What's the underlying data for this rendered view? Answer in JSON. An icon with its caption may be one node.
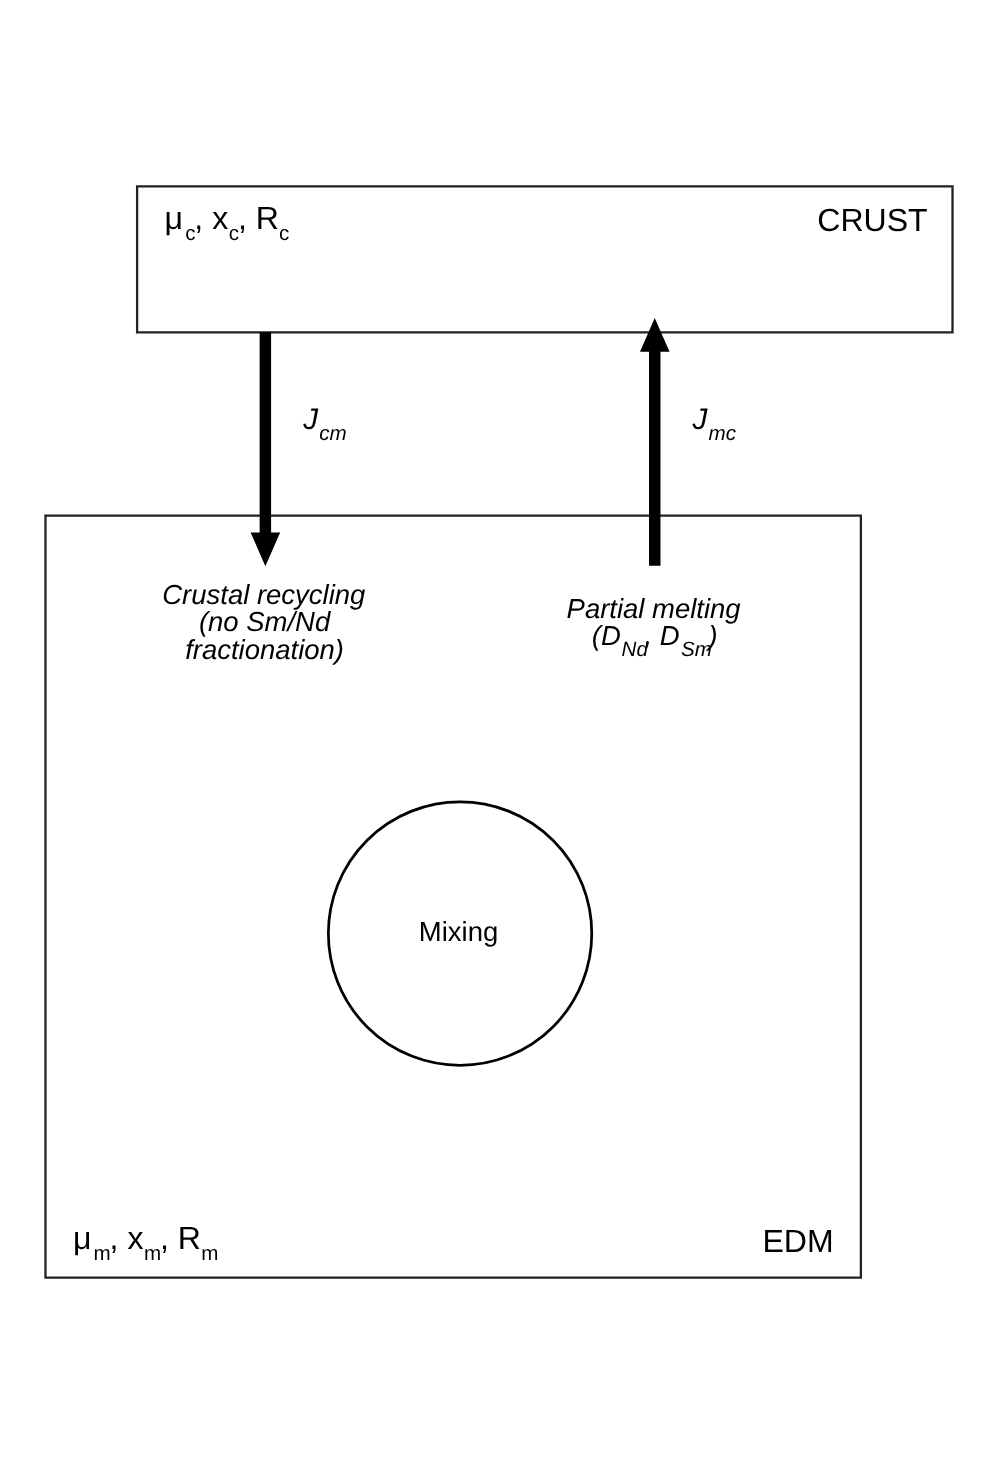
{
  "diagram": {
    "nodes": [
      {
        "text": [
          "μ$_{c}$, x$_{c}$, R$_{c}$",
          "CRUST"
        ]
      },
      {
        "text": [
          "μ$_{m}$, x$_{m}$, R$_{m}$",
          "EDM"
        ]
      },
      {
        "text": [
          "Crustal recycling (no Sm/Nd fractionation)"
        ],
        "in": 1
      },
      {
        "text": [
          "Partial melting (D$_{Nd}$, D$_{Sm}$)"
        ],
        "in": 1
      },
      {
        "text": [
          "Mixing"
        ],
        "in": 1
      }
    ],
    "edges": [
      {
        "from": 0,
        "to": 2,
        "arrow": "to",
        "label": "J$_{cm}$"
      },
      {
        "from": 3,
        "to": 0,
        "arrow": "to",
        "label": "J$_{mc}$"
      }
    ]
  }
}
